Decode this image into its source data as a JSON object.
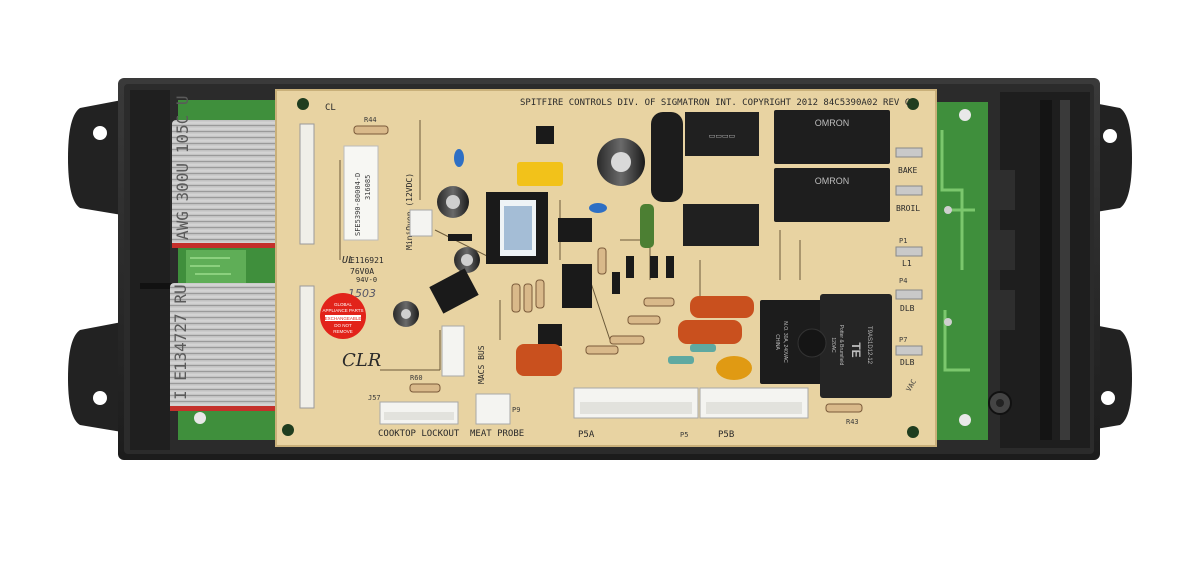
{
  "board": {
    "header_text": "SPITFIRE CONTROLS DIV. OF SIGMATRON INT. COPYRIGHT 2012 84C5390A02 REV C",
    "corner_label": "CL",
    "handwritten_mark": "CLR",
    "date_stamp": "1503",
    "ul_code": "E116921",
    "ul_rating": "76V0A",
    "ul_grade": "94V-0",
    "mini_oven_label": "MiniOven (12VDC)",
    "sticker_label": "316085",
    "sticker_part": "SFE5390-80004-D",
    "red_sticker_lines": [
      "GLOBAL",
      "APPLIANCE PARTS",
      "EXCHANGEABLE",
      "DO NOT",
      "REMOVE"
    ]
  },
  "connectors": {
    "cooktop_lockout": "COOKTOP LOCKOUT",
    "meat_probe": "MEAT PROBE",
    "p5a": "P5A",
    "p5": "P5",
    "p5b": "P5B",
    "macs_bus": "MACS BUS",
    "bake": "BAKE",
    "broil": "BROIL",
    "l1": "L1",
    "dlb1": "DLB",
    "dlb2": "DLB",
    "p1": "P1",
    "p4": "P4",
    "p7": "P7",
    "p9": "P9",
    "j57": "J57",
    "r43": "R43",
    "r60": "R60",
    "r44": "R44",
    "vac": "VAC"
  },
  "ribbons": {
    "top_text": "AWG 300U 105C U",
    "bottom_text": "I E134727  RU"
  },
  "relays": {
    "omron1": "OMRON",
    "omron2": "OMRON",
    "te_brand": "TE",
    "te_model": "T9AS1D12-12",
    "te_lines": [
      "120AC",
      "Potter & Brumfield",
      "N.O. 30A, 240VAC",
      "CHINA"
    ]
  }
}
